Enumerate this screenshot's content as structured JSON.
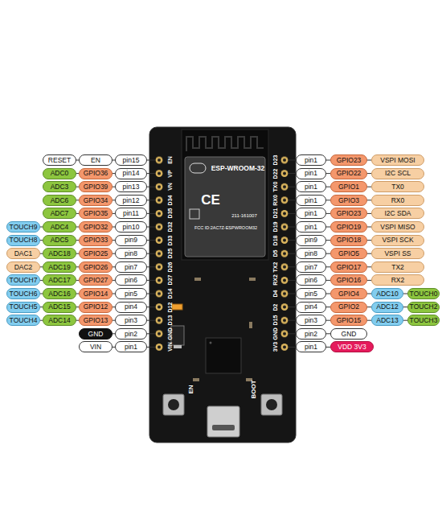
{
  "diagram": {
    "nodes": [
      {
        "text": [
          "RESET"
        ]
      },
      {
        "text": [
          "EN"
        ]
      },
      {
        "text": [
          "pin15"
        ]
      },
      {
        "text": [
          "pin1"
        ]
      },
      {
        "text": [
          "GPIO23"
        ]
      },
      {
        "text": [
          "VSPI MOSI"
        ]
      },
      {
        "text": [
          "ADC0"
        ]
      },
      {
        "text": [
          "GPIO36"
        ]
      },
      {
        "text": [
          "pin14"
        ]
      },
      {
        "text": [
          "pin1"
        ]
      },
      {
        "text": [
          "GPIO22"
        ]
      },
      {
        "text": [
          "I2C SCL"
        ]
      },
      {
        "text": [
          "ADC3"
        ]
      },
      {
        "text": [
          "GPIO39"
        ]
      },
      {
        "text": [
          "pin13"
        ]
      },
      {
        "text": [
          "pin1"
        ]
      },
      {
        "text": [
          "GPIO1"
        ]
      },
      {
        "text": [
          "TX0"
        ]
      },
      {
        "text": [
          "ADC6"
        ]
      },
      {
        "text": [
          "GPIO34"
        ]
      },
      {
        "text": [
          "pin12"
        ]
      },
      {
        "text": [
          "pin1"
        ]
      },
      {
        "text": [
          "GPIO3"
        ]
      },
      {
        "text": [
          "RX0"
        ]
      },
      {
        "text": [
          "ADC7"
        ]
      },
      {
        "text": [
          "GPIO35"
        ]
      },
      {
        "text": [
          "pin11"
        ]
      },
      {
        "text": [
          "pin1"
        ]
      },
      {
        "text": [
          "GPIO23"
        ]
      },
      {
        "text": [
          "I2C SDA"
        ]
      },
      {
        "text": [
          "TOUCH9"
        ]
      },
      {
        "text": [
          "ADC4"
        ]
      },
      {
        "text": [
          "GPIO32"
        ]
      },
      {
        "text": [
          "pin10"
        ]
      },
      {
        "text": [
          "pin1"
        ]
      },
      {
        "text": [
          "GPIO19"
        ]
      },
      {
        "text": [
          "VSPI MISO"
        ]
      },
      {
        "text": [
          "TOUCH8"
        ]
      },
      {
        "text": [
          "ADC5"
        ]
      },
      {
        "text": [
          "GPIO33"
        ]
      },
      {
        "text": [
          "pin9"
        ]
      },
      {
        "text": [
          "pin9"
        ]
      },
      {
        "text": [
          "GPIO18"
        ]
      },
      {
        "text": [
          "VSPI SCK"
        ]
      },
      {
        "text": [
          "DAC1"
        ]
      },
      {
        "text": [
          "ADC18"
        ]
      },
      {
        "text": [
          "GPIO25"
        ]
      },
      {
        "text": [
          "pin8"
        ]
      },
      {
        "text": [
          "pin8"
        ]
      },
      {
        "text": [
          "GPIO5"
        ]
      },
      {
        "text": [
          "VSPI SS"
        ]
      },
      {
        "text": [
          "DAC2"
        ]
      },
      {
        "text": [
          "ADC19"
        ]
      },
      {
        "text": [
          "GPIO26"
        ]
      },
      {
        "text": [
          "pin7"
        ]
      },
      {
        "text": [
          "pin7"
        ]
      },
      {
        "text": [
          "GPIO17"
        ]
      },
      {
        "text": [
          "TX2"
        ]
      },
      {
        "text": [
          "TOUCH7"
        ]
      },
      {
        "text": [
          "ADC17"
        ]
      },
      {
        "text": [
          "GPIO27"
        ]
      },
      {
        "text": [
          "pin6"
        ]
      },
      {
        "text": [
          "pin6"
        ]
      },
      {
        "text": [
          "GPIO16"
        ]
      },
      {
        "text": [
          "RX2"
        ]
      },
      {
        "text": [
          "TOUCH6"
        ]
      },
      {
        "text": [
          "ADC16"
        ]
      },
      {
        "text": [
          "GPIO14"
        ]
      },
      {
        "text": [
          "pin5"
        ]
      },
      {
        "text": [
          "pin5"
        ]
      },
      {
        "text": [
          "GPIO4"
        ]
      },
      {
        "text": [
          "ADC10"
        ]
      },
      {
        "text": [
          "TOUCH0"
        ]
      },
      {
        "text": [
          "TOUCH5"
        ]
      },
      {
        "text": [
          "ADC15"
        ]
      },
      {
        "text": [
          "GPIO12"
        ]
      },
      {
        "text": [
          "pin4"
        ]
      },
      {
        "text": [
          "pin4"
        ]
      },
      {
        "text": [
          "GPIO2"
        ]
      },
      {
        "text": [
          "ADC12"
        ]
      },
      {
        "text": [
          "TOUCH2"
        ]
      },
      {
        "text": [
          "TOUCH4"
        ]
      },
      {
        "text": [
          "ADC14"
        ]
      },
      {
        "text": [
          "GPIO13"
        ]
      },
      {
        "text": [
          "pin3"
        ]
      },
      {
        "text": [
          "pin3"
        ]
      },
      {
        "text": [
          "GPIO15"
        ]
      },
      {
        "text": [
          "ADC13"
        ]
      },
      {
        "text": [
          "TOUCH3"
        ]
      },
      {
        "text": [
          "GND"
        ]
      },
      {
        "text": [
          "pin2"
        ]
      },
      {
        "text": [
          "pin2"
        ]
      },
      {
        "text": [
          "GND"
        ]
      },
      {
        "text": [
          "VIN"
        ]
      },
      {
        "text": [
          "pin1"
        ]
      },
      {
        "text": [
          "pin1"
        ]
      },
      {
        "text": [
          "VDD 3V3"
        ]
      }
    ],
    "edges": [
      {
        "from": 0,
        "to": 1,
        "arrow": "none"
      },
      {
        "from": 1,
        "to": 2,
        "arrow": "none"
      },
      {
        "from": 3,
        "to": 4,
        "arrow": "none"
      },
      {
        "from": 4,
        "to": 5,
        "arrow": "none"
      },
      {
        "from": 6,
        "to": 7,
        "arrow": "none"
      },
      {
        "from": 7,
        "to": 8,
        "arrow": "none"
      },
      {
        "from": 9,
        "to": 10,
        "arrow": "none"
      },
      {
        "from": 10,
        "to": 11,
        "arrow": "none"
      },
      {
        "from": 12,
        "to": 13,
        "arrow": "none"
      },
      {
        "from": 13,
        "to": 14,
        "arrow": "none"
      },
      {
        "from": 15,
        "to": 16,
        "arrow": "none"
      },
      {
        "from": 16,
        "to": 17,
        "arrow": "none"
      },
      {
        "from": 18,
        "to": 19,
        "arrow": "none"
      },
      {
        "from": 19,
        "to": 20,
        "arrow": "none"
      },
      {
        "from": 21,
        "to": 22,
        "arrow": "none"
      },
      {
        "from": 22,
        "to": 23,
        "arrow": "none"
      },
      {
        "from": 24,
        "to": 25,
        "arrow": "none"
      },
      {
        "from": 25,
        "to": 26,
        "arrow": "none"
      },
      {
        "from": 27,
        "to": 28,
        "arrow": "none"
      },
      {
        "from": 28,
        "to": 29,
        "arrow": "none"
      },
      {
        "from": 30,
        "to": 31,
        "arrow": "none"
      },
      {
        "from": 31,
        "to": 32,
        "arrow": "none"
      },
      {
        "from": 32,
        "to": 33,
        "arrow": "none"
      },
      {
        "from": 34,
        "to": 35,
        "arrow": "none"
      },
      {
        "from": 35,
        "to": 36,
        "arrow": "none"
      },
      {
        "from": 37,
        "to": 38,
        "arrow": "none"
      },
      {
        "from": 38,
        "to": 39,
        "arrow": "none"
      },
      {
        "from": 39,
        "to": 40,
        "arrow": "none"
      },
      {
        "from": 41,
        "to": 42,
        "arrow": "none"
      },
      {
        "from": 42,
        "to": 43,
        "arrow": "none"
      },
      {
        "from": 44,
        "to": 45,
        "arrow": "none"
      },
      {
        "from": 45,
        "to": 46,
        "arrow": "none"
      },
      {
        "from": 46,
        "to": 47,
        "arrow": "none"
      },
      {
        "from": 48,
        "to": 49,
        "arrow": "none"
      },
      {
        "from": 49,
        "to": 50,
        "arrow": "none"
      },
      {
        "from": 51,
        "to": 52,
        "arrow": "none"
      },
      {
        "from": 52,
        "to": 53,
        "arrow": "none"
      },
      {
        "from": 53,
        "to": 54,
        "arrow": "none"
      },
      {
        "from": 55,
        "to": 56,
        "arrow": "none"
      },
      {
        "from": 56,
        "to": 57,
        "arrow": "none"
      },
      {
        "from": 58,
        "to": 59,
        "arrow": "none"
      },
      {
        "from": 59,
        "to": 60,
        "arrow": "none"
      },
      {
        "from": 60,
        "to": 61,
        "arrow": "none"
      },
      {
        "from": 62,
        "to": 63,
        "arrow": "none"
      },
      {
        "from": 63,
        "to": 64,
        "arrow": "none"
      },
      {
        "from": 65,
        "to": 66,
        "arrow": "none"
      },
      {
        "from": 66,
        "to": 67,
        "arrow": "none"
      },
      {
        "from": 67,
        "to": 68,
        "arrow": "none"
      },
      {
        "from": 69,
        "to": 70,
        "arrow": "none"
      },
      {
        "from": 70,
        "to": 71,
        "arrow": "none"
      },
      {
        "from": 71,
        "to": 72,
        "arrow": "none"
      },
      {
        "from": 73,
        "to": 74,
        "arrow": "none"
      },
      {
        "from": 74,
        "to": 75,
        "arrow": "none"
      },
      {
        "from": 75,
        "to": 76,
        "arrow": "none"
      },
      {
        "from": 77,
        "to": 78,
        "arrow": "none"
      },
      {
        "from": 78,
        "to": 79,
        "arrow": "none"
      },
      {
        "from": 79,
        "to": 80,
        "arrow": "none"
      },
      {
        "from": 81,
        "to": 82,
        "arrow": "none"
      },
      {
        "from": 82,
        "to": 83,
        "arrow": "none"
      },
      {
        "from": 83,
        "to": 84,
        "arrow": "none"
      },
      {
        "from": 85,
        "to": 86,
        "arrow": "none"
      },
      {
        "from": 86,
        "to": 87,
        "arrow": "none"
      },
      {
        "from": 87,
        "to": 88,
        "arrow": "none"
      },
      {
        "from": 89,
        "to": 90,
        "arrow": "none"
      },
      {
        "from": 91,
        "to": 92,
        "arrow": "none"
      },
      {
        "from": 93,
        "to": 94,
        "arrow": "none"
      },
      {
        "from": 95,
        "to": 96,
        "arrow": "none"
      }
    ],
    "labels": [
      "EN",
      "VP",
      "VN",
      "D34",
      "D35",
      "D32",
      "D33",
      "D25",
      "D26",
      "D27",
      "D14",
      "D12",
      "D13",
      "GND",
      "VIN",
      "D23",
      "D22",
      "TX0",
      "RX0",
      "D21",
      "D19",
      "D18",
      "D5",
      "TX2",
      "RX2",
      "D4",
      "D2",
      "D15",
      "GND",
      "3V3",
      "ESP-WROOM-32",
      "CE",
      "211-161007",
      "FCC ID:2AC7Z-ESPWROOM32",
      "EN",
      "BOOT"
    ]
  }
}
